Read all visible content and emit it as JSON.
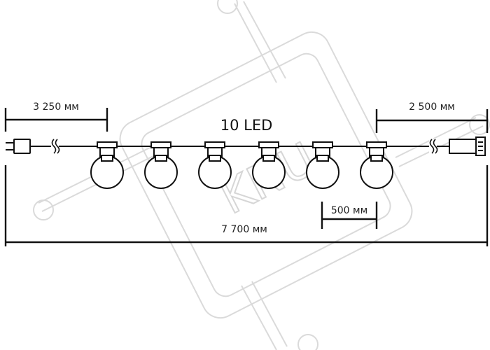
{
  "diagram": {
    "title": "10 LED",
    "dimensions": {
      "cable_left": "3 250 мм",
      "cable_right": "2 500 мм",
      "spacing": "500 мм",
      "total": "7 700 мм"
    },
    "watermark_text": "KNU",
    "visible_bulb_count": 6,
    "colors": {
      "line": "#111111",
      "watermark": "#dadada",
      "bulb_fill": "#ffffff"
    }
  }
}
